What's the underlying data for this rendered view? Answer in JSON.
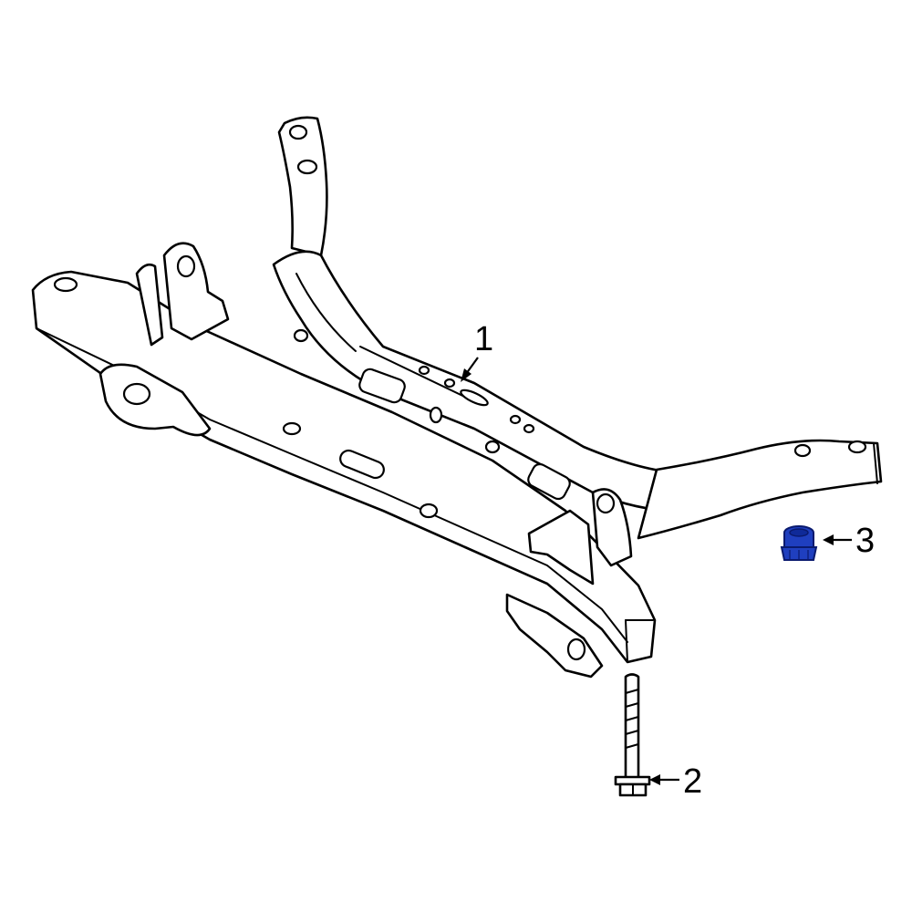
{
  "diagram": {
    "callouts": [
      {
        "id": "1",
        "label": "1",
        "part": "subframe"
      },
      {
        "id": "2",
        "label": "2",
        "part": "bolt"
      },
      {
        "id": "3",
        "label": "3",
        "part": "nut"
      }
    ]
  },
  "colors": {
    "line": "#000000",
    "background": "#ffffff",
    "highlight_fill": "#1f3fbf",
    "highlight_stroke": "#0a1a6e"
  }
}
